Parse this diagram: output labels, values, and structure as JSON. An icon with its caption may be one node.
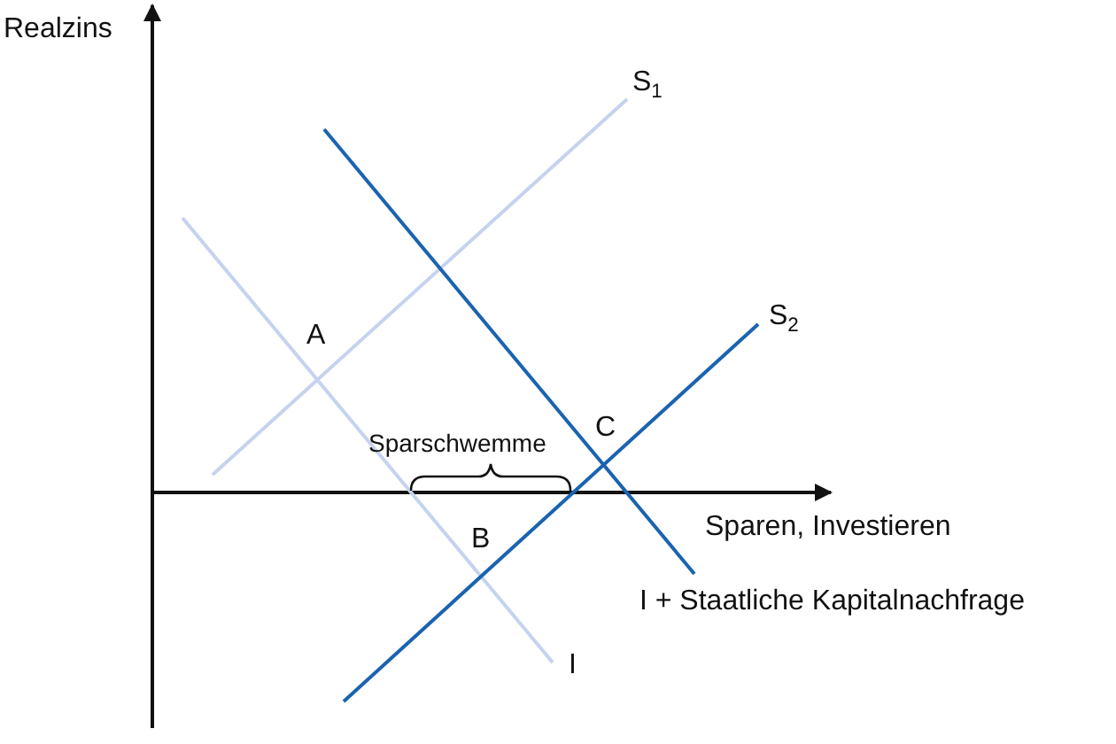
{
  "diagram": {
    "labels": [
      "Realzins",
      "S$_{1}$",
      "A",
      "S$_{2}$",
      "Sparschwemme",
      "C",
      "Sparen, Investieren",
      "B",
      "I + Staatliche Kapitalnachfrage",
      "I"
    ]
  }
}
